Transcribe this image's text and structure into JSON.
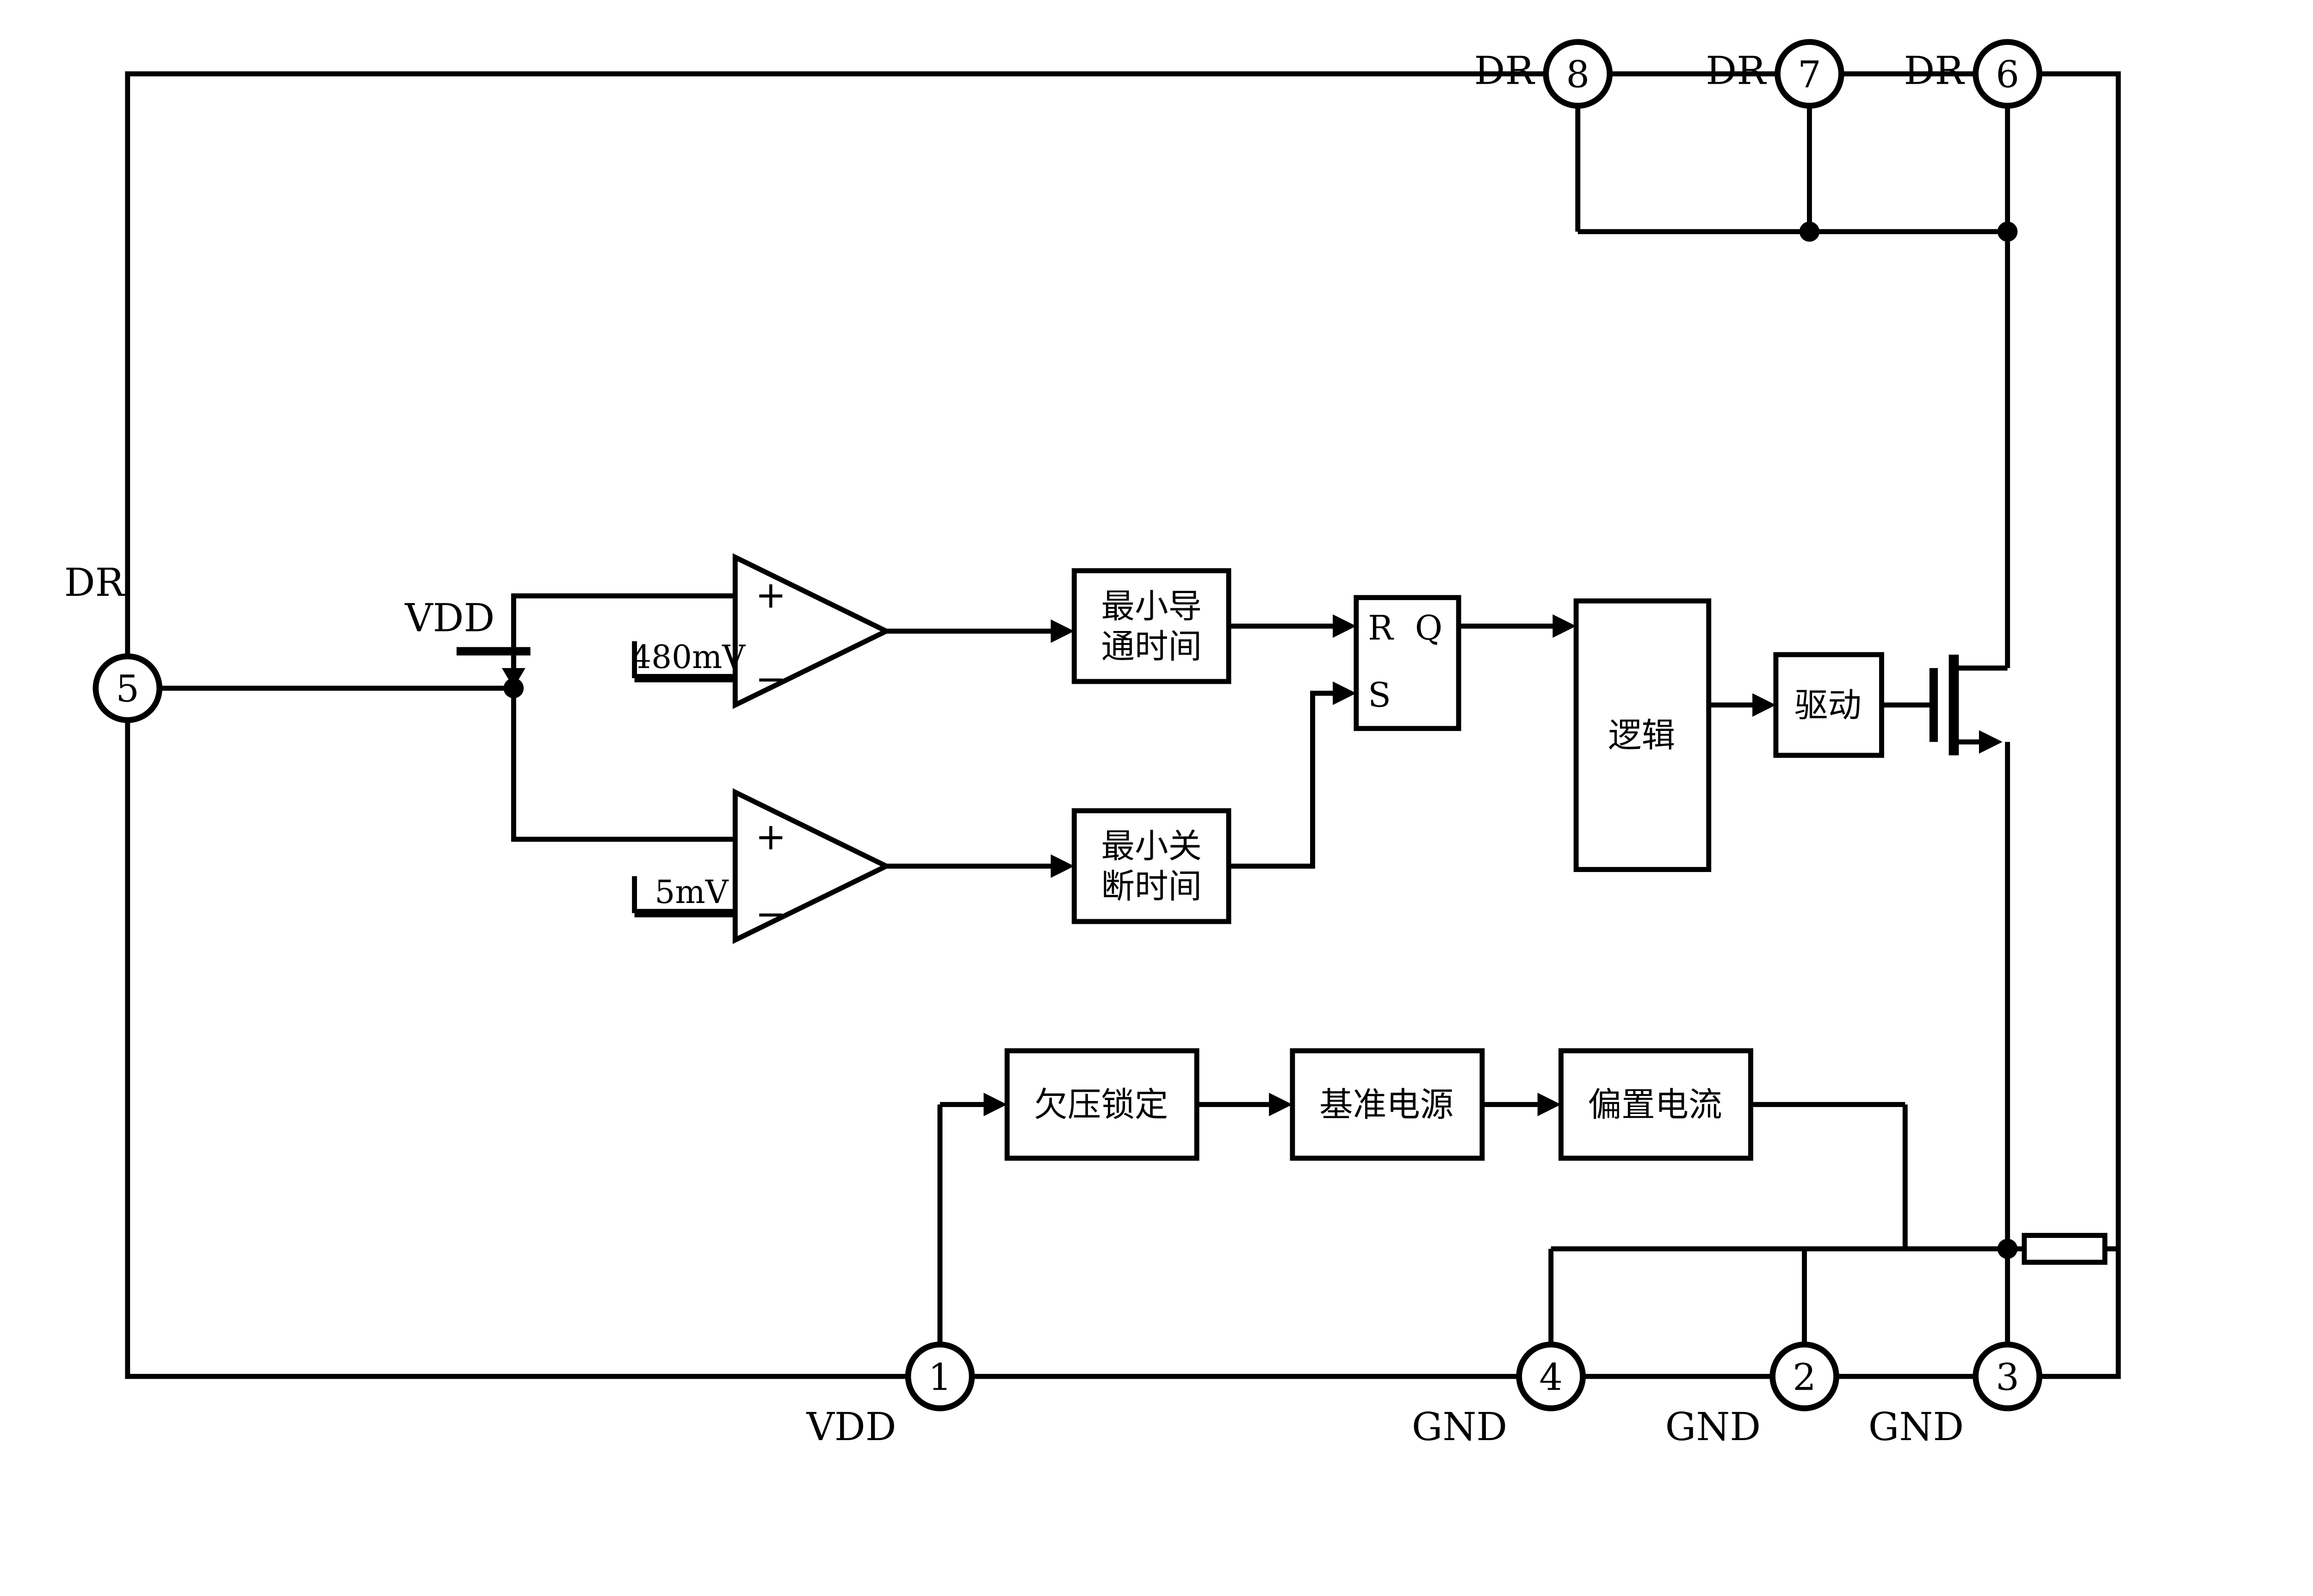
{
  "diagram": {
    "pins": {
      "p5": {
        "name": "DR",
        "num": "5"
      },
      "p8": {
        "name": "DR",
        "num": "8"
      },
      "p7": {
        "name": "DR",
        "num": "7"
      },
      "p6": {
        "name": "DR",
        "num": "6"
      },
      "p1": {
        "name": "VDD",
        "num": "1"
      },
      "p4": {
        "name": "GND",
        "num": "4"
      },
      "p2": {
        "name": "GND",
        "num": "2"
      },
      "p3": {
        "name": "GND",
        "num": "3"
      }
    },
    "labels": {
      "vdd_tap": "VDD",
      "ref_upper": "480mV",
      "ref_lower": "5mV",
      "plus": "+",
      "minus": "−",
      "latch_r": "R",
      "latch_s": "S",
      "latch_q": "Q"
    },
    "blocks": {
      "min_on_line1": "最小导",
      "min_on_line2": "通时间",
      "min_off_line1": "最小关",
      "min_off_line2": "断时间",
      "logic": "逻辑",
      "driver": "驱动",
      "uvlo": "欠压锁定",
      "reference": "基准电源",
      "bias": "偏置电流"
    },
    "colors": {
      "line": "#000000",
      "background": "#ffffff"
    }
  }
}
